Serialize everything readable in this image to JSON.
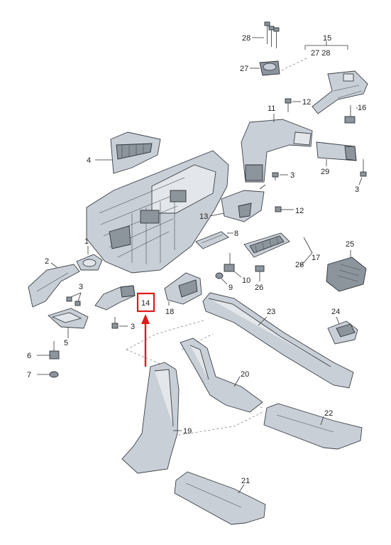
{
  "labels": {
    "p1": "1",
    "p2": "2",
    "p3a": "3",
    "p3b": "3",
    "p3c": "3",
    "p3d": "3",
    "p4": "4",
    "p5": "5",
    "p6": "6",
    "p7": "7",
    "p8": "8",
    "p9": "9",
    "p10": "10",
    "p11": "11",
    "p12a": "12",
    "p12b": "12",
    "p13": "13",
    "p14": "14",
    "p15": "15",
    "p16": "16",
    "p17": "17",
    "p18": "18",
    "p19": "19",
    "p20": "20",
    "p21": "21",
    "p22": "22",
    "p23": "23",
    "p24": "24",
    "p25": "25",
    "p26a": "26",
    "p26b": "26",
    "p27": "27",
    "p27_28": "27 28",
    "p28": "28",
    "p29": "29"
  },
  "highlight": {
    "part": "14",
    "color": "#e0191b"
  }
}
